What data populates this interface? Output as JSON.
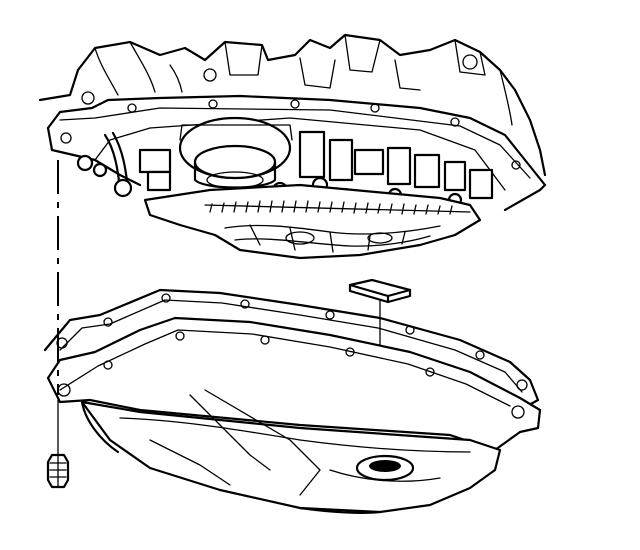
{
  "diagram": {
    "parts": [
      {
        "id": "transmission-case",
        "icon": "transmission-housing-drawing"
      },
      {
        "id": "valve-body",
        "icon": "valve-body-drawing"
      },
      {
        "id": "filter-seal",
        "icon": "filter-seal-drawing"
      },
      {
        "id": "pan-gasket",
        "icon": "gasket-drawing"
      },
      {
        "id": "oil-pan",
        "icon": "oil-pan-drawing"
      },
      {
        "id": "pan-bolt",
        "icon": "bolt-drawing"
      }
    ],
    "colors": {
      "line": "#000000",
      "background": "#ffffff"
    }
  }
}
